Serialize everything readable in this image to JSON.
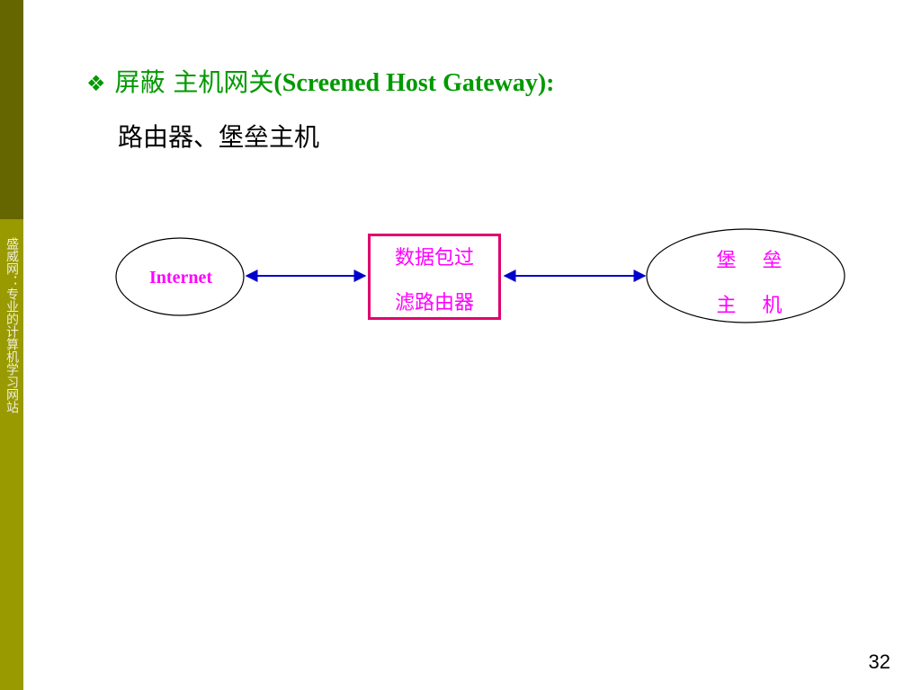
{
  "sidebar": {
    "vertical_text": "盛威网：专业的计算机学习网站",
    "colors": {
      "dark": "#666600",
      "light": "#999900"
    }
  },
  "slide": {
    "title_bullet": "❖",
    "title_zh": "屏蔽 主机网关",
    "title_en": "(Screened Host Gateway):",
    "subtitle": "路由器、堡垒主机",
    "page_number": "32"
  },
  "diagram": {
    "internet_label": "Internet",
    "router_line1": "数据包过",
    "router_line2": "滤路由器",
    "bastion_line1": "堡 垒",
    "bastion_line2": "主 机",
    "colors": {
      "label": "#ff00ff",
      "box_border": "#e0006e",
      "arrow": "#0000cc"
    }
  }
}
